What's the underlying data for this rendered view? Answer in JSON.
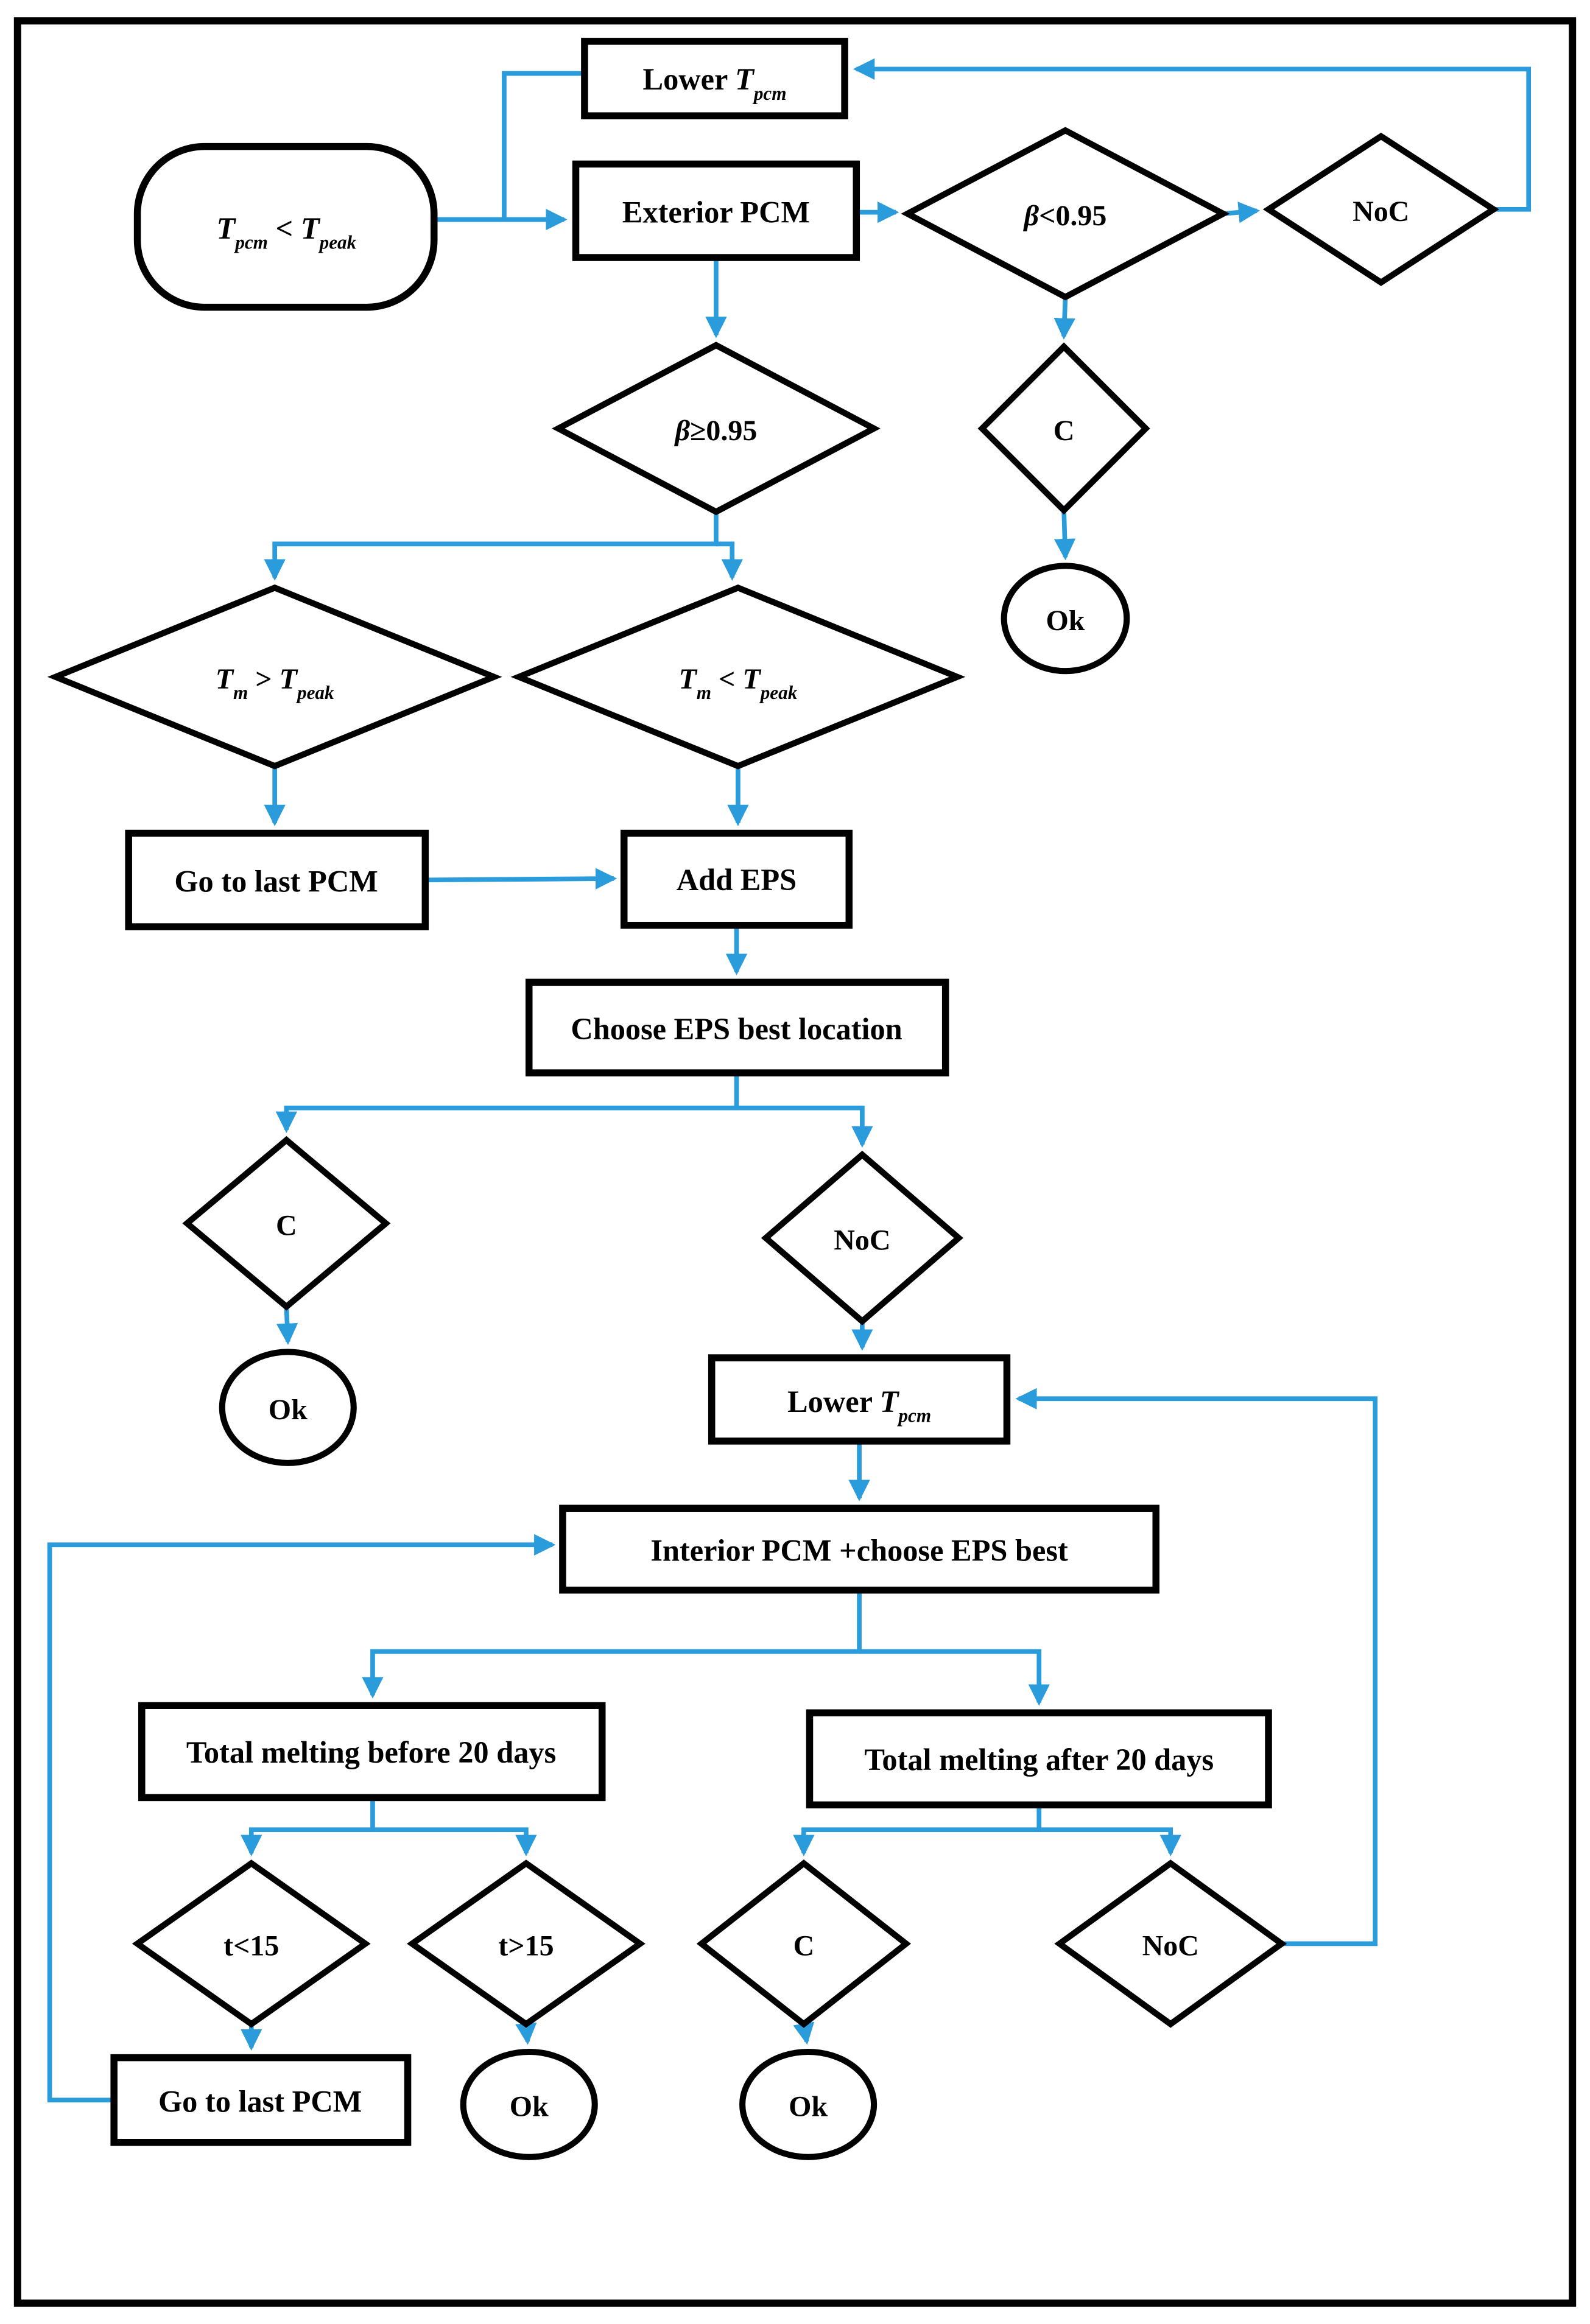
{
  "diagram": {
    "title": "PCM optimization flowchart",
    "colors": {
      "connector": "#2B9CDB",
      "shape_stroke": "#000000",
      "shape_fill": "#ffffff",
      "text": "#000000",
      "background": "#ffffff"
    },
    "nodes": {
      "lower_top": {
        "pre": "Lower ",
        "sym": "T",
        "sub": "pcm"
      },
      "start": {
        "sym1": "T",
        "sub1": "pcm",
        "op": " < ",
        "sym2": "T",
        "sub2": "peak"
      },
      "exterior": {
        "label": "Exterior PCM"
      },
      "beta_lt": {
        "sym": "β",
        "rest": "<0.95"
      },
      "noc_top": {
        "label": "NoC"
      },
      "beta_ge": {
        "sym": "β",
        "rest": "≥0.95"
      },
      "c_top": {
        "label": "C"
      },
      "ok_top": {
        "label": "Ok"
      },
      "tm_gt": {
        "sym1": "T",
        "sub1": "m",
        "op": " > ",
        "sym2": "T",
        "sub2": "peak"
      },
      "tm_lt": {
        "sym1": "T",
        "sub1": "m",
        "op": " < ",
        "sym2": "T",
        "sub2": "peak"
      },
      "go_last_1": {
        "label": "Go to last PCM"
      },
      "add_eps": {
        "label": "Add EPS"
      },
      "choose_eps": {
        "label": "Choose EPS best location"
      },
      "c_mid": {
        "label": "C"
      },
      "ok_mid": {
        "label": "Ok"
      },
      "noc_mid": {
        "label": "NoC"
      },
      "lower_mid": {
        "pre": "Lower ",
        "sym": "T",
        "sub": "pcm"
      },
      "interior": {
        "label": "Interior PCM +choose EPS best"
      },
      "before20": {
        "label": "Total melting before 20 days"
      },
      "after20": {
        "label": "Total melting after 20 days"
      },
      "t_lt15": {
        "label": "t<15"
      },
      "t_gt15": {
        "label": "t>15"
      },
      "c_bot": {
        "label": "C"
      },
      "noc_bot": {
        "label": "NoC"
      },
      "go_last_2": {
        "label": "Go to last PCM"
      },
      "ok_t15": {
        "label": "Ok"
      },
      "ok_cbot": {
        "label": "Ok"
      }
    }
  }
}
